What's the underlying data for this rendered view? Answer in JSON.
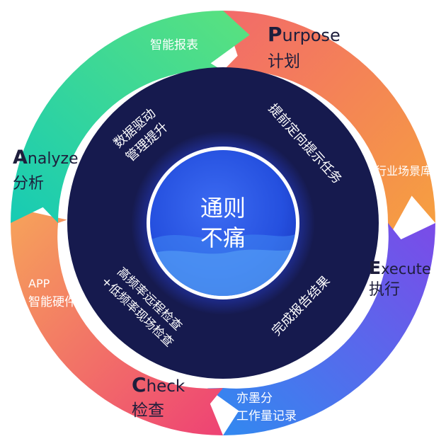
{
  "center": {
    "line1": "通则",
    "line2": "不痛"
  },
  "phases": {
    "purpose": {
      "initial": "P",
      "rest": "urpose",
      "cn": "计划"
    },
    "execute": {
      "initial": "E",
      "rest": "xecute",
      "cn": "执行"
    },
    "check": {
      "initial": "C",
      "rest": "heck",
      "cn": "检查"
    },
    "analyze": {
      "initial": "A",
      "rest": "nalyze",
      "cn": "分析"
    }
  },
  "outer_labels": {
    "top_left": "智能报表",
    "right": "行业场景库",
    "bottom_right_line1": "亦墨分",
    "bottom_right_line2": "工作量记录",
    "left_line1": "APP",
    "left_line2": "智能硬件"
  },
  "inner_labels": {
    "top_left_line1": "数据驱动",
    "top_left_line2": "管理提升",
    "top_right": "提前定向提示任务",
    "bottom_right": "完成报告结果",
    "bottom_left_line1": "高频率远程检查",
    "bottom_left_line2": "+低频率现场检查"
  },
  "colors": {
    "purpose": "#F28A56",
    "execute": "#5B6CF0",
    "check": "#F1566E",
    "analyze": "#2BD6A6",
    "inner_ring": "#161A4E",
    "hub": "#2E5BE8"
  }
}
